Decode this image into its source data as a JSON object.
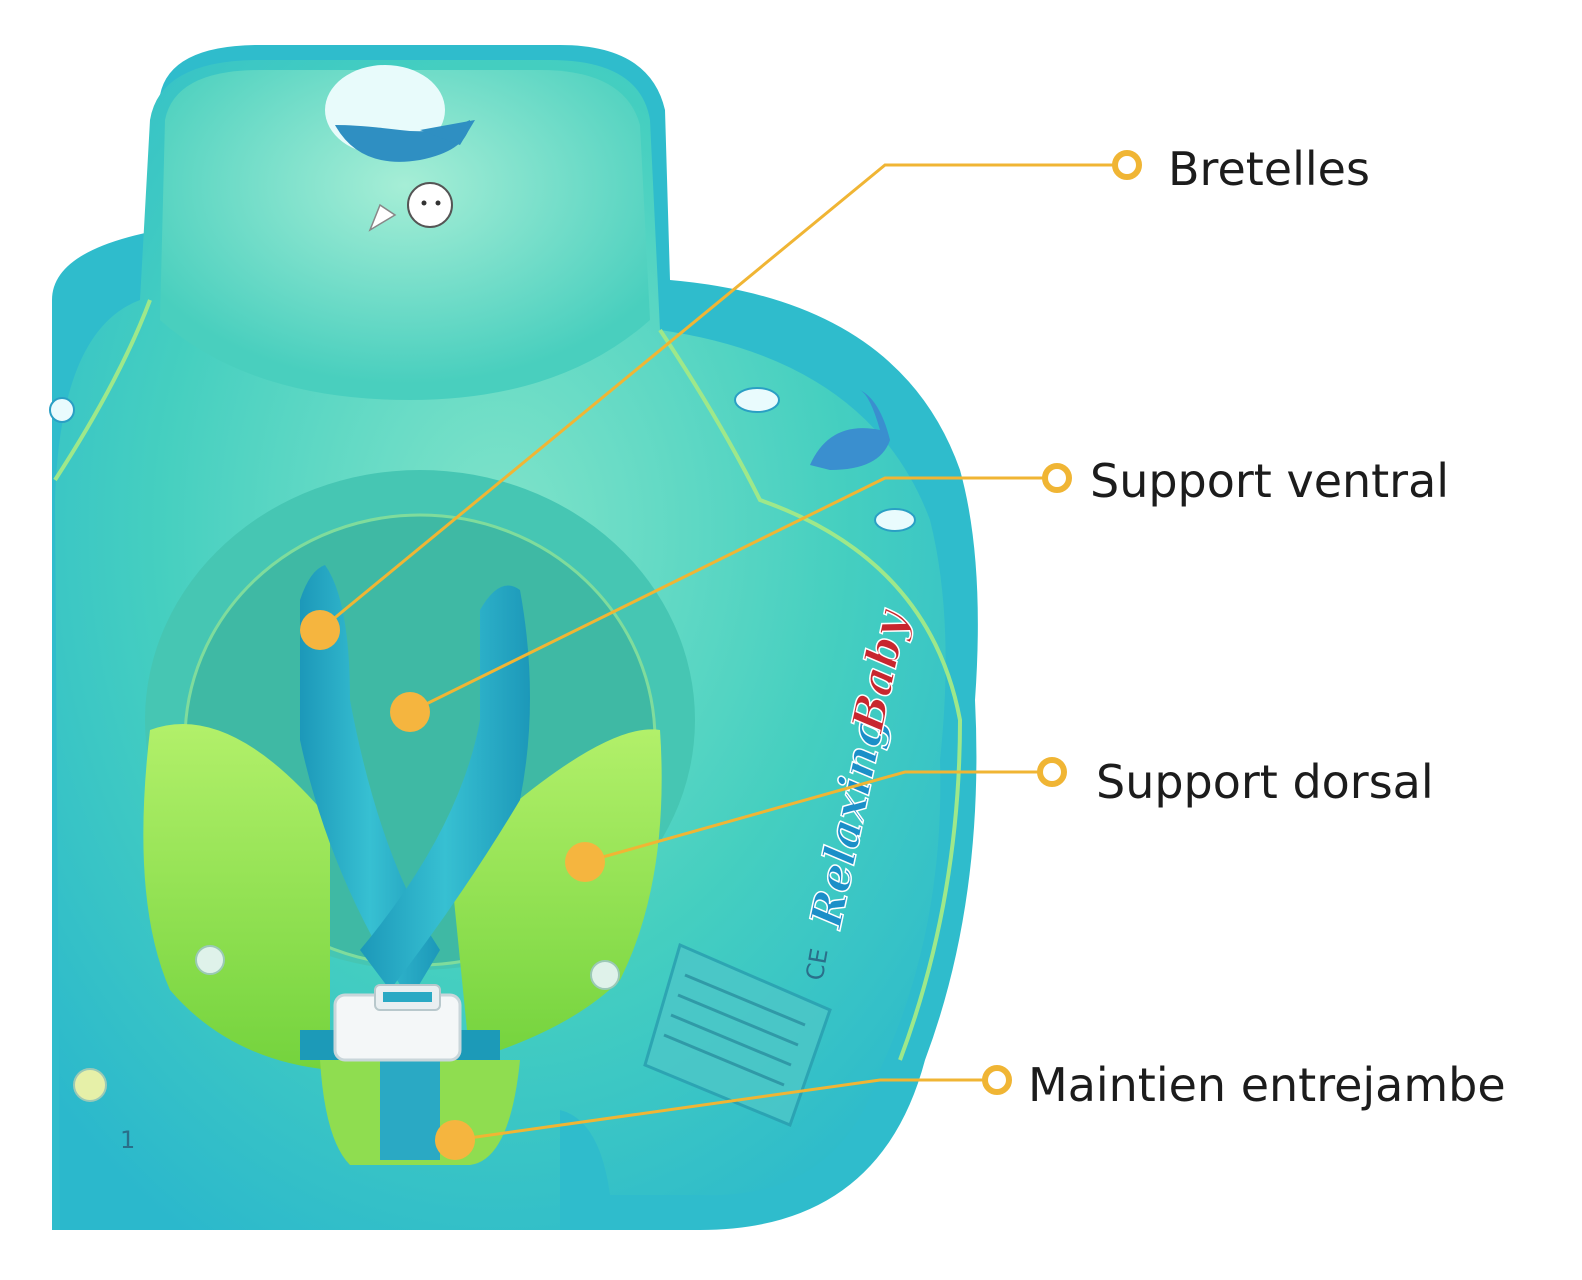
{
  "callouts": [
    {
      "id": "bretelles",
      "label": "Bretelles"
    },
    {
      "id": "support-ventral",
      "label": "Support ventral"
    },
    {
      "id": "support-dorsal",
      "label": "Support dorsal"
    },
    {
      "id": "maintien-entrejambe",
      "label": "Maintien entrejambe"
    }
  ],
  "product": {
    "logo_part1": "Relaxing",
    "logo_part2": "Baby",
    "ce_mark": "CE",
    "size_mark": "1"
  },
  "colors": {
    "float_outer": "#33c2c9",
    "float_inner": "#4ed0bb",
    "seat_green": "#8fe04a",
    "strap_blue": "#1fa8c4",
    "callout_gold": "#f0b534",
    "logo_red": "#c8262e",
    "logo_blue": "#1b8fc8"
  }
}
